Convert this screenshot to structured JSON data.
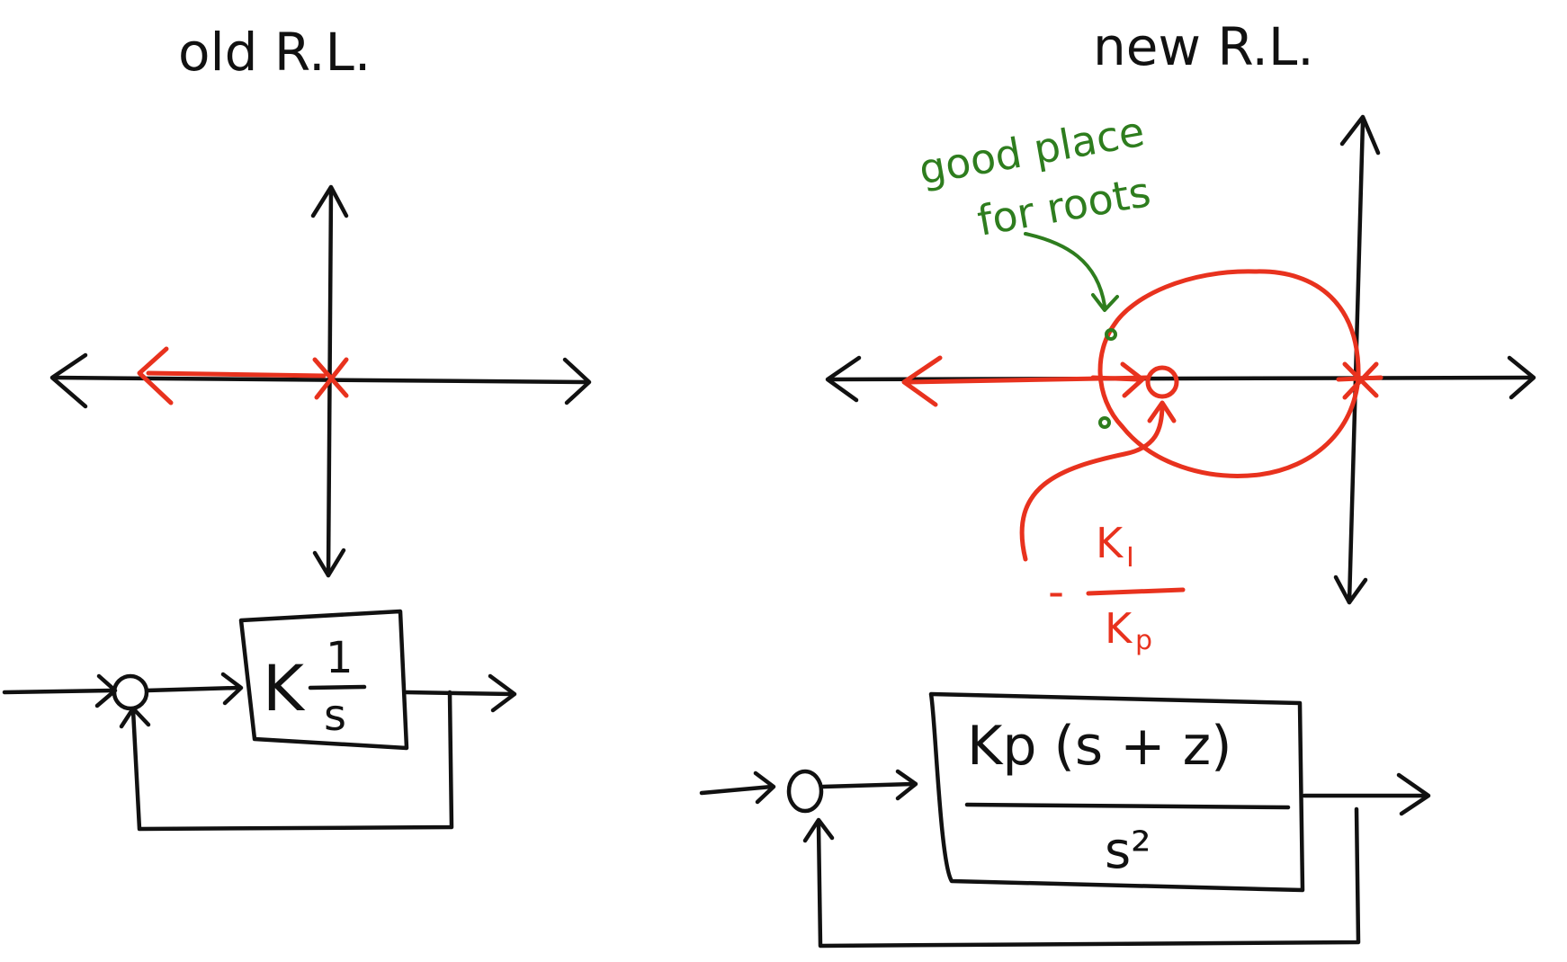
{
  "left": {
    "title": "old R.L.",
    "block": {
      "gain": "K",
      "num": "1",
      "den": "s"
    }
  },
  "right": {
    "title": "new R.L.",
    "annotation": {
      "line1": "good place",
      "line2": "for roots"
    },
    "zero_label": {
      "minus": "-",
      "num": "K",
      "num_sub": "I",
      "den": "K",
      "den_sub": "p"
    },
    "block": {
      "num": "Kp (s + z)",
      "den": "s²"
    }
  },
  "colors": {
    "ink": "#111111",
    "locus": "#e8321e",
    "annotation": "#2e7d1e"
  }
}
